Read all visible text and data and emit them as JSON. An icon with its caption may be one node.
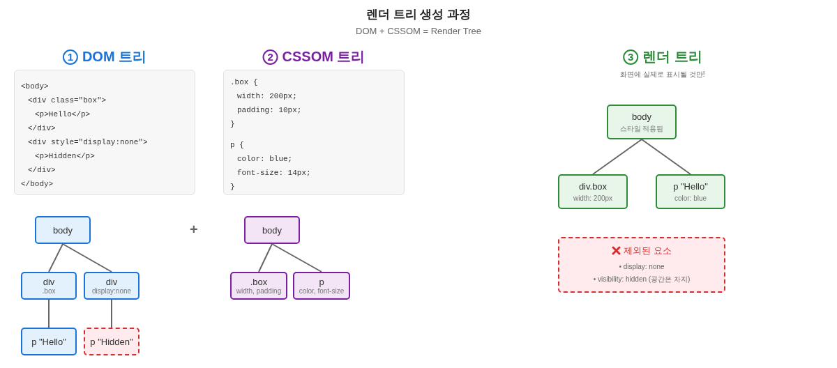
{
  "diagram": {
    "title": "렌더 트리 생성 과정",
    "nodes": [
      {
        "text": [
          "<body>",
          "<div class=\"box\">",
          "<p>Hello</p>",
          "</div>",
          "<div style=\"display:none\">",
          "<p>Hidden</p>",
          "</div>",
          "</body>"
        ]
      },
      {
        "text": [
          ".box {",
          "width: 200px;",
          "padding: 10px;",
          "}",
          "p {",
          "color: blue;",
          "font-size: 14px;",
          "}"
        ]
      },
      {
        "text": [
          "body"
        ]
      },
      {
        "text": [
          "div",
          ".box"
        ]
      },
      {
        "text": [
          "div",
          "display:none"
        ]
      },
      {
        "text": [
          "p \"Hello\""
        ]
      },
      {
        "text": [
          "p \"Hidden\""
        ]
      },
      {
        "text": [
          "body"
        ]
      },
      {
        "text": [
          ".box",
          "width, padding"
        ]
      },
      {
        "text": [
          "p",
          "color, font-size"
        ]
      },
      {
        "text": [
          "body",
          "스타일 적용됨"
        ]
      },
      {
        "text": [
          "div.box",
          "width: 200px"
        ]
      },
      {
        "text": [
          "p \"Hello\"",
          "color: blue"
        ]
      },
      {
        "text": [
          "제외된 요소",
          "• display: none",
          "• visibility: hidden (공간은 차지)"
        ]
      }
    ],
    "edges": [
      {
        "from": 2,
        "to": 3,
        "arrow": "none"
      },
      {
        "from": 2,
        "to": 4,
        "arrow": "none"
      },
      {
        "from": 3,
        "to": 5,
        "arrow": "none"
      },
      {
        "from": 4,
        "to": 6,
        "arrow": "none"
      },
      {
        "from": 7,
        "to": 8,
        "arrow": "none"
      },
      {
        "from": 7,
        "to": 9,
        "arrow": "none"
      },
      {
        "from": 10,
        "to": 11,
        "arrow": "none"
      },
      {
        "from": 10,
        "to": 12,
        "arrow": "none"
      }
    ],
    "labels": [
      "DOM + CSSOM = Render Tree",
      "1",
      "DOM 트리",
      "2",
      "CSSOM 트리",
      "3",
      "렌더 트리",
      "화면에 실제로 표시될 것만!",
      "+"
    ]
  }
}
